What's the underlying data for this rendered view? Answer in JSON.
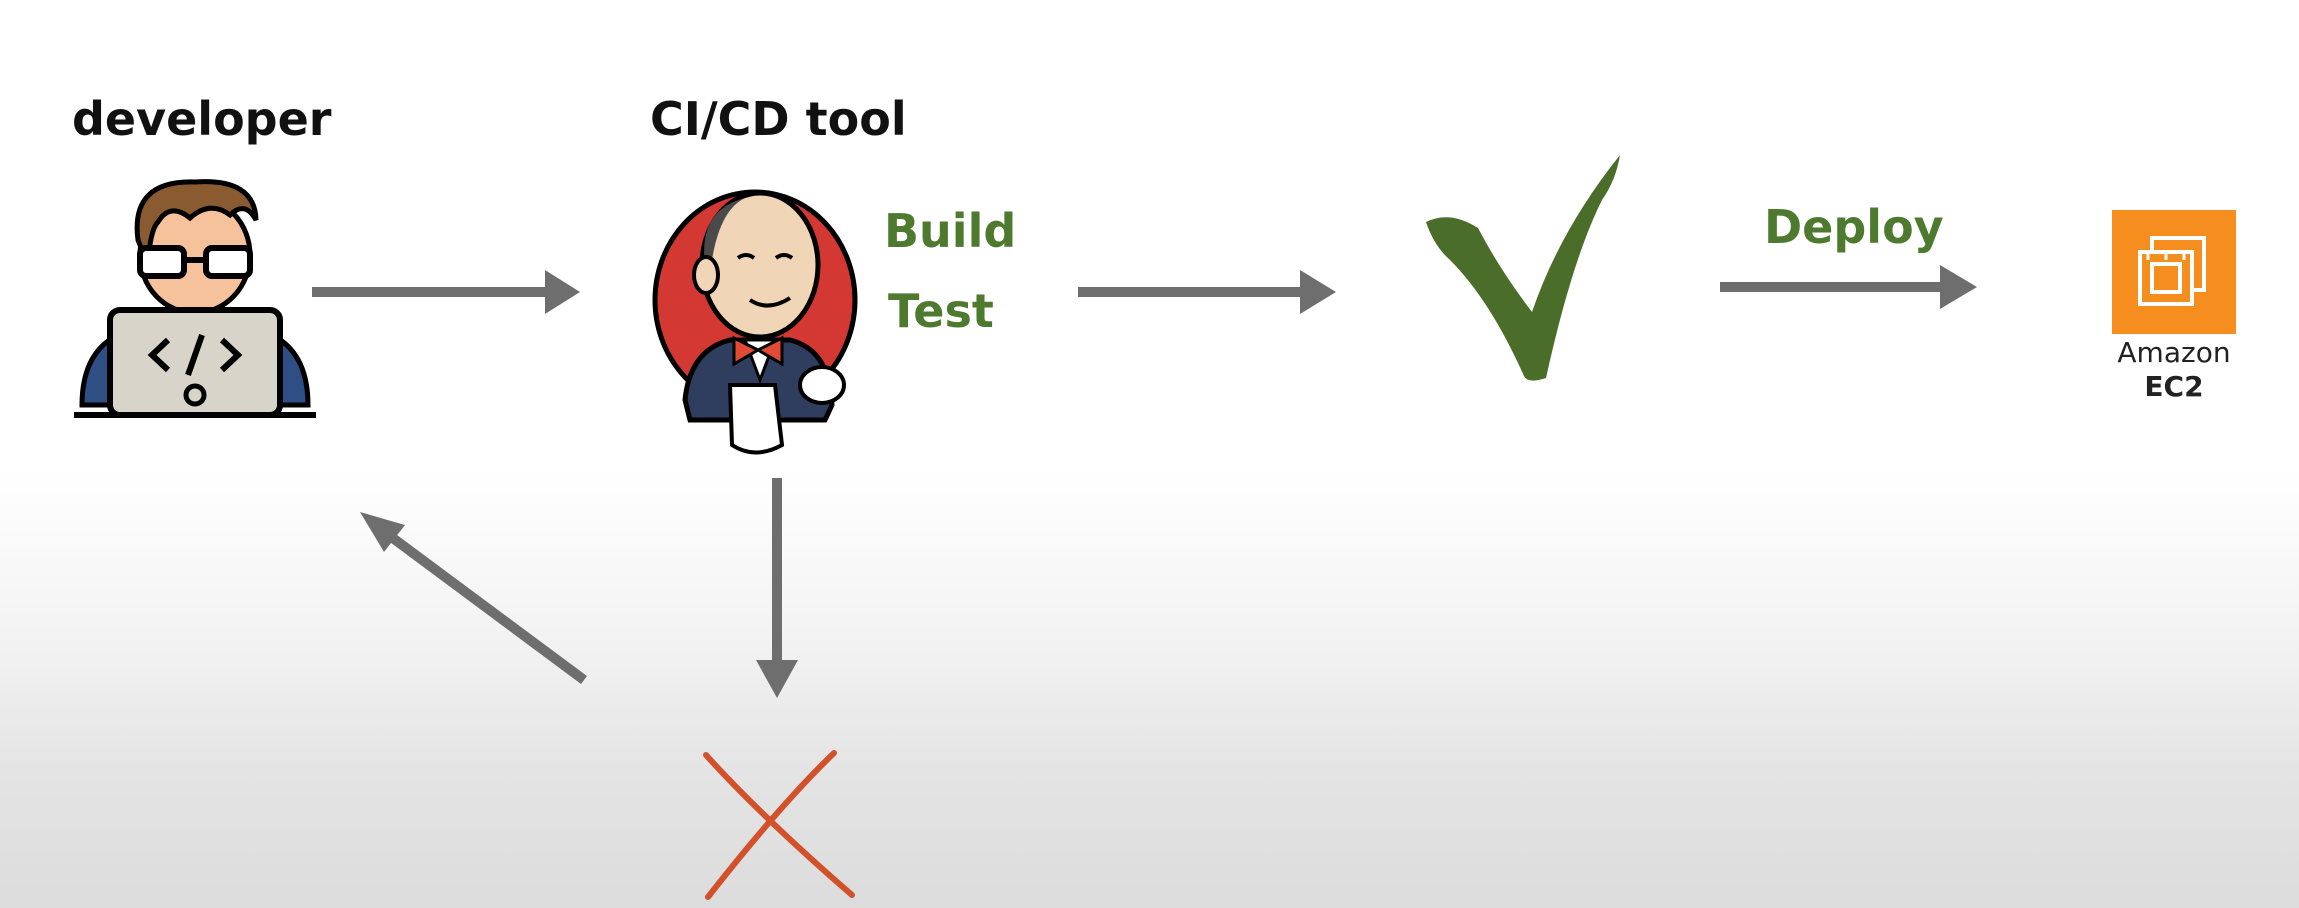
{
  "developer": {
    "label": "developer",
    "icon": "developer-laptop-icon"
  },
  "cicd": {
    "label": "CI/CD tool",
    "icon": "jenkins-butler-icon"
  },
  "steps": {
    "build": "Build",
    "test": "Test",
    "color": "#4d7a2e"
  },
  "success": {
    "icon": "checkmark-icon",
    "color": "#4a6e2a"
  },
  "deploy": {
    "label": "Deploy",
    "color": "#4d7a2e"
  },
  "target": {
    "line1": "Amazon",
    "line2": "EC2",
    "icon": "amazon-ec2-icon",
    "color": "#f58e1e"
  },
  "failure": {
    "icon": "cross-icon",
    "color": "#d2502a"
  },
  "arrows": {
    "color": "#6e6e6e"
  }
}
